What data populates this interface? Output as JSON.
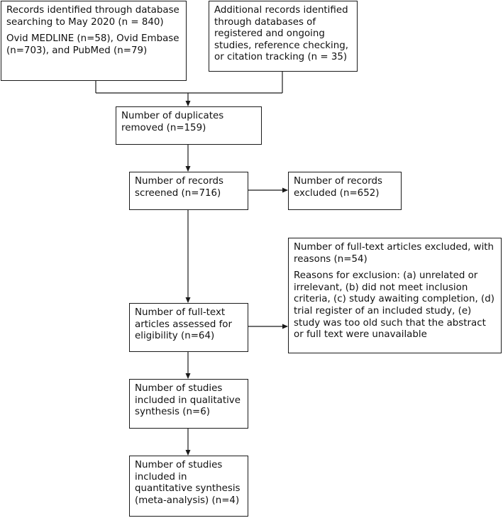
{
  "boxes": {
    "database_records": {
      "line1": "Records identified through database searching to May 2020 (n = 840)",
      "line2": "Ovid MEDLINE (n=58), Ovid Embase (n=703), and PubMed (n=79)"
    },
    "additional_records": {
      "line1": "Additional records identified through databases of registered and ongoing studies, reference checking, or citation tracking (n = 35)"
    },
    "duplicates_removed": {
      "line1": "Number of duplicates removed (n=159)"
    },
    "records_screened": {
      "line1": "Number of records screened (n=716)"
    },
    "records_excluded": {
      "line1": "Number of records excluded (n=652)"
    },
    "fulltext_excluded": {
      "line1": "Number of full-text articles excluded, with reasons (n=54)",
      "line2": "Reasons for exclusion: (a) unrelated or irrelevant, (b) did not meet inclusion criteria, (c) study awaiting completion, (d) trial register of an included study, (e) study was too old such that the abstract or full text were unavailable"
    },
    "fulltext_assessed": {
      "line1": "Number of full-text articles assessed for eligibility (n=64)"
    },
    "qualitative_synthesis": {
      "line1": "Number of studies included in qualitative synthesis (n=6)"
    },
    "quantitative_synthesis": {
      "line1": "Number of studies included in quantitative synthesis (meta-analysis) (n=4)"
    }
  }
}
